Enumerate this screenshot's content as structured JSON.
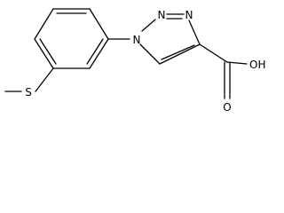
{
  "molecule": {
    "atoms": {
      "n1": "N",
      "n2": "N",
      "n3": "N",
      "sulfur": "S",
      "carbonyl_oxygen": "O",
      "hydroxyl": "OH"
    },
    "colors": {
      "ink": "#000000",
      "background": "#ffffff"
    }
  }
}
